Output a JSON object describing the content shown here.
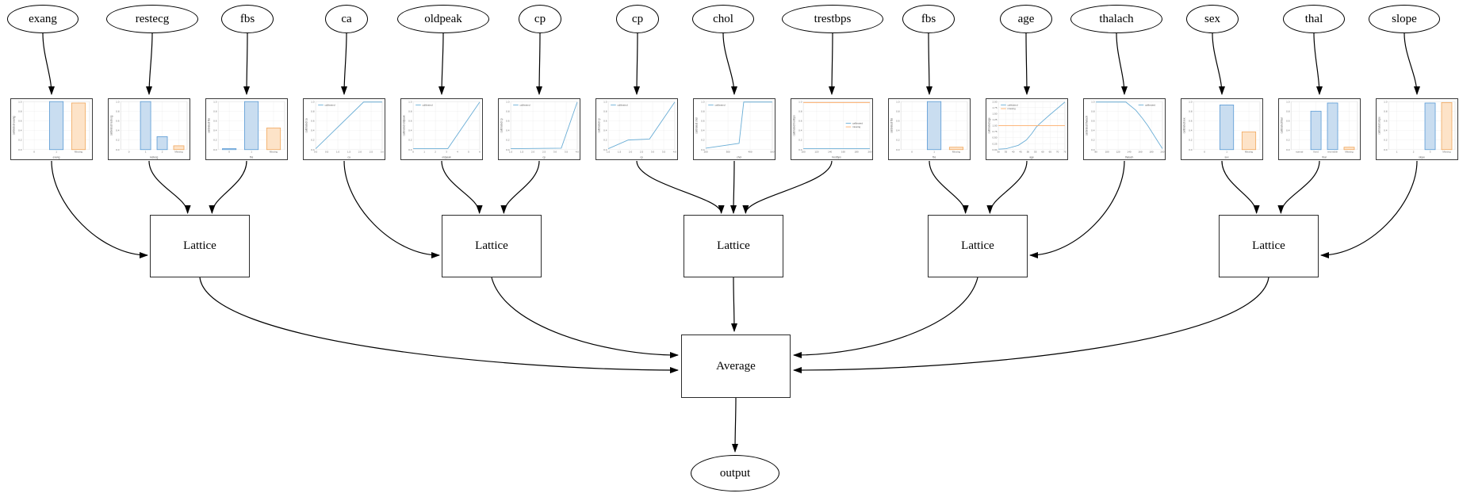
{
  "diagram": {
    "features": [
      {
        "label": "exang",
        "chart": {
          "type": "bar",
          "xlabel": "exang",
          "ylabel": "calibrated exang",
          "yticks": [
            "1.0",
            "0.8",
            "0.6",
            "0.4",
            "0.2",
            "0.0"
          ],
          "categories": [
            "0",
            "1",
            "Missing"
          ],
          "values": [
            null,
            1.0,
            0.97
          ]
        }
      },
      {
        "label": "restecg",
        "chart": {
          "type": "bar",
          "xlabel": "restecg",
          "ylabel": "calibrated restecg",
          "yticks": [
            "1.0",
            "0.8",
            "0.6",
            "0.4",
            "0.2",
            "0.0"
          ],
          "categories": [
            "0",
            "1",
            "2",
            "Missing"
          ],
          "values": [
            null,
            1.0,
            0.27,
            0.08
          ]
        }
      },
      {
        "label": "fbs",
        "chart": {
          "type": "bar",
          "xlabel": "fbs",
          "ylabel": "calibrated fbs",
          "yticks": [
            "1.0",
            "0.8",
            "0.6",
            "0.4",
            "0.2",
            "0.0"
          ],
          "categories": [
            "0",
            "1",
            "Missing"
          ],
          "values": [
            0.02,
            1.0,
            0.45
          ]
        }
      },
      {
        "label": "ca",
        "chart": {
          "type": "line",
          "xlabel": "ca",
          "ylabel": "calibrated ca",
          "yticks": [
            "1.0",
            "0.8",
            "0.6",
            "0.4",
            "0.2",
            "0.0"
          ],
          "xticks": [
            "0.0",
            "0.5",
            "1.0",
            "1.5",
            "2.0",
            "2.5",
            "3.0"
          ],
          "legend": {
            "pos": "tl",
            "items": [
              {
                "label": "calibrated",
                "color": "blue"
              }
            ]
          },
          "series": [
            {
              "name": "calibrated",
              "color": "blue",
              "points": [
                [
                  0,
                  0.02
                ],
                [
                  0.72,
                  0.99
                ],
                [
                  1,
                  0.99
                ]
              ]
            }
          ]
        }
      },
      {
        "label": "oldpeak",
        "chart": {
          "type": "line",
          "xlabel": "oldpeak",
          "ylabel": "calibrated oldpeak",
          "yticks": [
            "1.0",
            "0.8",
            "0.6",
            "0.4",
            "0.2",
            "0.0"
          ],
          "xticks": [
            "0",
            "1",
            "2",
            "3",
            "4",
            "5",
            "6"
          ],
          "legend": {
            "pos": "tl",
            "items": [
              {
                "label": "calibrated",
                "color": "blue"
              }
            ]
          },
          "series": [
            {
              "name": "calibrated",
              "color": "blue",
              "points": [
                [
                  0,
                  0.02
                ],
                [
                  0.52,
                  0.02
                ],
                [
                  1,
                  0.99
                ]
              ]
            }
          ]
        }
      },
      {
        "label": "cp",
        "chart": {
          "type": "line",
          "xlabel": "cp",
          "ylabel": "calibrated cp",
          "yticks": [
            "1.0",
            "0.8",
            "0.6",
            "0.4",
            "0.2",
            "0.0"
          ],
          "xticks": [
            "1.0",
            "1.5",
            "2.0",
            "2.5",
            "3.0",
            "3.5",
            "4.0"
          ],
          "legend": {
            "pos": "tl",
            "items": [
              {
                "label": "calibrated",
                "color": "blue"
              }
            ]
          },
          "series": [
            {
              "name": "calibrated",
              "color": "blue",
              "points": [
                [
                  0,
                  0.02
                ],
                [
                  0.76,
                  0.03
                ],
                [
                  1,
                  0.99
                ]
              ]
            }
          ]
        }
      },
      {
        "label": "cp",
        "chart": {
          "type": "line",
          "xlabel": "cp",
          "ylabel": "calibrated cp",
          "yticks": [
            "1.0",
            "0.8",
            "0.6",
            "0.4",
            "0.2",
            "0.0"
          ],
          "xticks": [
            "1.0",
            "1.5",
            "2.0",
            "2.5",
            "3.0",
            "3.5",
            "4.0"
          ],
          "legend": {
            "pos": "tl",
            "items": [
              {
                "label": "calibrated",
                "color": "blue"
              }
            ]
          },
          "series": [
            {
              "name": "calibrated",
              "color": "blue",
              "points": [
                [
                  0,
                  0.02
                ],
                [
                  0.3,
                  0.2
                ],
                [
                  0.62,
                  0.22
                ],
                [
                  1,
                  0.99
                ]
              ]
            }
          ]
        }
      },
      {
        "label": "chol",
        "chart": {
          "type": "line",
          "xlabel": "chol",
          "ylabel": "calibrated chol",
          "yticks": [
            "1.0",
            "0.8",
            "0.6",
            "0.4",
            "0.2",
            "0.0"
          ],
          "xticks": [
            "200",
            "300",
            "400",
            "500"
          ],
          "legend": {
            "pos": "tl",
            "items": [
              {
                "label": "calibrated",
                "color": "blue"
              }
            ]
          },
          "series": [
            {
              "name": "calibrated",
              "color": "blue",
              "points": [
                [
                  0,
                  0.03
                ],
                [
                  0.5,
                  0.13
                ],
                [
                  0.57,
                  0.99
                ],
                [
                  1,
                  0.99
                ]
              ]
            }
          ]
        }
      },
      {
        "label": "trestbps",
        "chart": {
          "type": "line",
          "xlabel": "trestbps",
          "ylabel": "calibrated trestbps",
          "yticks": [
            "1.0",
            "0.8",
            "0.6",
            "0.4",
            "0.2",
            "0.0"
          ],
          "xticks": [
            "100",
            "120",
            "140",
            "160",
            "180",
            "200"
          ],
          "legend": {
            "pos": "mr",
            "items": [
              {
                "label": "calibrated",
                "color": "blue"
              },
              {
                "label": "missing",
                "color": "orange"
              }
            ]
          },
          "series": [
            {
              "name": "calibrated",
              "color": "blue",
              "points": [
                [
                  0,
                  0.02
                ],
                [
                  1,
                  0.02
                ]
              ]
            },
            {
              "name": "missing",
              "color": "orange",
              "points": [
                [
                  0,
                  0.98
                ],
                [
                  1,
                  0.98
                ]
              ]
            }
          ]
        }
      },
      {
        "label": "fbs",
        "chart": {
          "type": "bar",
          "xlabel": "fbs",
          "ylabel": "calibrated fbs",
          "yticks": [
            "1.0",
            "0.8",
            "0.6",
            "0.4",
            "0.2",
            "0.0"
          ],
          "categories": [
            "0",
            "1",
            "Missing"
          ],
          "values": [
            null,
            1.0,
            0.05
          ]
        }
      },
      {
        "label": "age",
        "chart": {
          "type": "line",
          "xlabel": "age",
          "ylabel": "calibrated age",
          "yticks": [
            "2.00",
            "1.75",
            "1.50",
            "1.25",
            "1.00",
            "0.75",
            "0.50",
            "0.25",
            "0.00"
          ],
          "xticks": [
            "30",
            "35",
            "40",
            "45",
            "50",
            "55",
            "60",
            "65",
            "70",
            "75"
          ],
          "legend": {
            "pos": "tl",
            "items": [
              {
                "label": "calibrated",
                "color": "blue"
              },
              {
                "label": "missing",
                "color": "orange"
              }
            ]
          },
          "series": [
            {
              "name": "calibrated",
              "color": "blue",
              "points": [
                [
                  0,
                  0.01
                ],
                [
                  0.12,
                  0.02
                ],
                [
                  0.3,
                  0.09
                ],
                [
                  0.42,
                  0.2
                ],
                [
                  0.5,
                  0.33
                ],
                [
                  0.57,
                  0.47
                ],
                [
                  0.63,
                  0.55
                ],
                [
                  0.76,
                  0.71
                ],
                [
                  0.88,
                  0.85
                ],
                [
                  1,
                  0.99
                ]
              ]
            },
            {
              "name": "missing",
              "color": "orange",
              "points": [
                [
                  0,
                  0.5
                ],
                [
                  1,
                  0.5
                ]
              ]
            }
          ]
        }
      },
      {
        "label": "thalach",
        "chart": {
          "type": "line",
          "xlabel": "thalach",
          "ylabel": "calibrated thalach",
          "yticks": [
            "1.0",
            "0.8",
            "0.6",
            "0.4",
            "0.2",
            "0.0"
          ],
          "xticks": [
            "80",
            "100",
            "120",
            "140",
            "160",
            "180",
            "200"
          ],
          "legend": {
            "pos": "tr",
            "items": [
              {
                "label": "calibrated",
                "color": "blue"
              }
            ]
          },
          "series": [
            {
              "name": "calibrated",
              "color": "blue",
              "points": [
                [
                  0,
                  0.99
                ],
                [
                  0.45,
                  0.99
                ],
                [
                  0.6,
                  0.82
                ],
                [
                  0.7,
                  0.65
                ],
                [
                  0.78,
                  0.5
                ],
                [
                  1,
                  0.02
                ]
              ]
            }
          ]
        }
      },
      {
        "label": "sex",
        "chart": {
          "type": "bar",
          "xlabel": "sex",
          "ylabel": "calibrated sex",
          "yticks": [
            "1.0",
            "0.8",
            "0.6",
            "0.4",
            "0.2",
            "0.0"
          ],
          "categories": [
            "0",
            "1",
            "Missing"
          ],
          "values": [
            null,
            0.93,
            0.37
          ]
        }
      },
      {
        "label": "thal",
        "chart": {
          "type": "bar",
          "xlabel": "thal",
          "ylabel": "calibrated thal",
          "yticks": [
            "1.0",
            "0.8",
            "0.6",
            "0.4",
            "0.2",
            "0.0"
          ],
          "categories": [
            "normal",
            "fixed",
            "reversible",
            "Missing"
          ],
          "values": [
            null,
            0.8,
            0.97,
            0.05
          ]
        }
      },
      {
        "label": "slope",
        "chart": {
          "type": "bar",
          "xlabel": "slope",
          "ylabel": "calibrated slope",
          "yticks": [
            "1.0",
            "0.8",
            "0.6",
            "0.4",
            "0.2",
            "0.0"
          ],
          "categories": [
            "1",
            "2",
            "3",
            "Missing"
          ],
          "values": [
            null,
            null,
            0.97,
            0.98
          ]
        }
      }
    ],
    "lattices": [
      {
        "label": "Lattice",
        "inputs": [
          0,
          1,
          2
        ]
      },
      {
        "label": "Lattice",
        "inputs": [
          3,
          4,
          5
        ]
      },
      {
        "label": "Lattice",
        "inputs": [
          6,
          7,
          8
        ]
      },
      {
        "label": "Lattice",
        "inputs": [
          9,
          10,
          11
        ]
      },
      {
        "label": "Lattice",
        "inputs": [
          12,
          13,
          14
        ]
      }
    ],
    "average_node": {
      "label": "Average"
    },
    "output_node": {
      "label": "output"
    },
    "colors": {
      "line_blue": "#6baed6",
      "line_orange": "#fdae6b",
      "bar_blue_fill": "#c9ddf0",
      "bar_blue_edge": "#5b9bd5",
      "bar_orange_fill": "#fde3c8",
      "bar_orange_edge": "#f0a860",
      "edge": "#000000",
      "grid": "#ececec",
      "axis_text": "#666666"
    }
  }
}
